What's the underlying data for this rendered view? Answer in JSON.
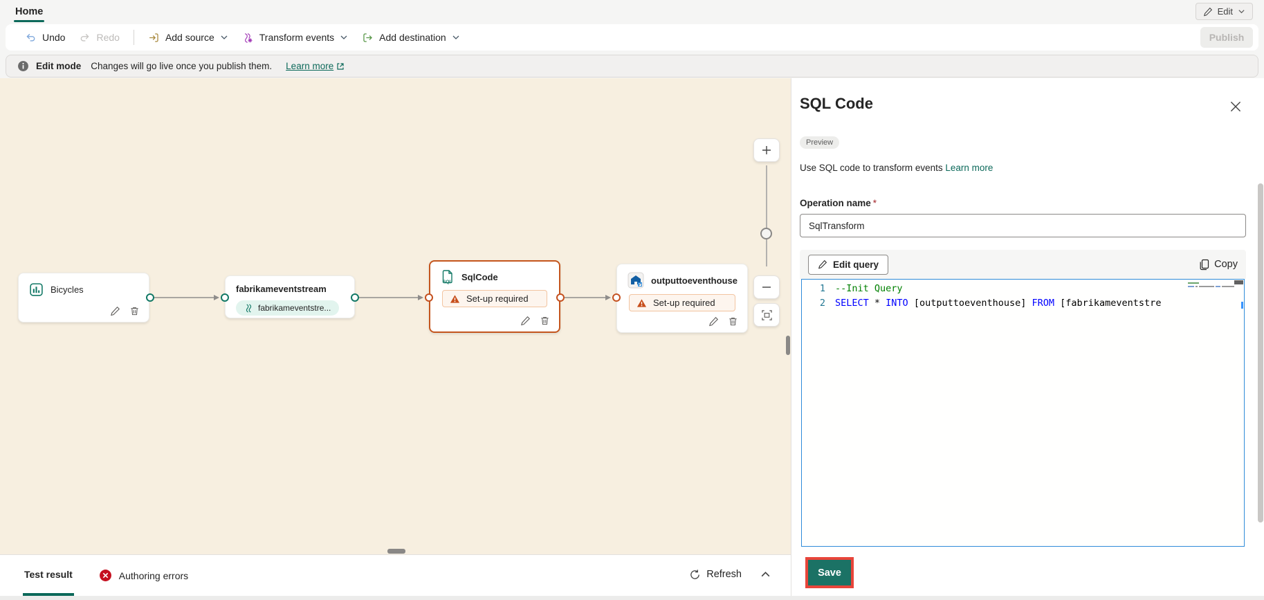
{
  "topbar": {
    "home_tab": "Home",
    "edit_button": "Edit"
  },
  "ribbon": {
    "undo": "Undo",
    "redo": "Redo",
    "add_source": "Add source",
    "transform_events": "Transform events",
    "add_destination": "Add destination",
    "publish": "Publish"
  },
  "banner": {
    "title": "Edit mode",
    "message": "Changes will go live once you publish them.",
    "learn_more": "Learn more"
  },
  "canvas": {
    "nodes": [
      {
        "title": "Bicycles"
      },
      {
        "title": "fabrikameventstream",
        "stream_pill": "fabrikameventstre..."
      },
      {
        "title": "SqlCode",
        "warning": "Set-up required"
      },
      {
        "title": "outputtoeventhouse",
        "warning": "Set-up required"
      }
    ]
  },
  "panel": {
    "title": "SQL Code",
    "badge": "Preview",
    "description": "Use SQL code to transform events",
    "learn_more": "Learn more",
    "operation_name_label": "Operation name",
    "required_mark": "*",
    "operation_name_value": "SqlTransform",
    "edit_query": "Edit query",
    "copy": "Copy",
    "save": "Save",
    "code": {
      "lines": [
        {
          "number": "1",
          "tokens": [
            {
              "type": "comment",
              "text": "--Init Query"
            }
          ]
        },
        {
          "number": "2",
          "tokens": [
            {
              "type": "keyword",
              "text": "SELECT"
            },
            {
              "type": "plain",
              "text": " * "
            },
            {
              "type": "keyword",
              "text": "INTO"
            },
            {
              "type": "plain",
              "text": " [outputtoeventhouse] "
            },
            {
              "type": "keyword",
              "text": "FROM"
            },
            {
              "type": "plain",
              "text": " [fabrikameventstre"
            }
          ]
        }
      ]
    }
  },
  "bottom_bar": {
    "test_result_tab": "Test result",
    "authoring_errors": "Authoring errors",
    "refresh": "Refresh"
  },
  "colors": {
    "accent_teal": "#0c695a",
    "node_warning_orange": "#c4501e",
    "error_red": "#c50f1f",
    "save_green": "#1b7265",
    "annotation_red": "#e8453a",
    "keyword_blue": "#0000ff",
    "comment_green": "#008000",
    "canvas_cream": "#f7efe0"
  }
}
